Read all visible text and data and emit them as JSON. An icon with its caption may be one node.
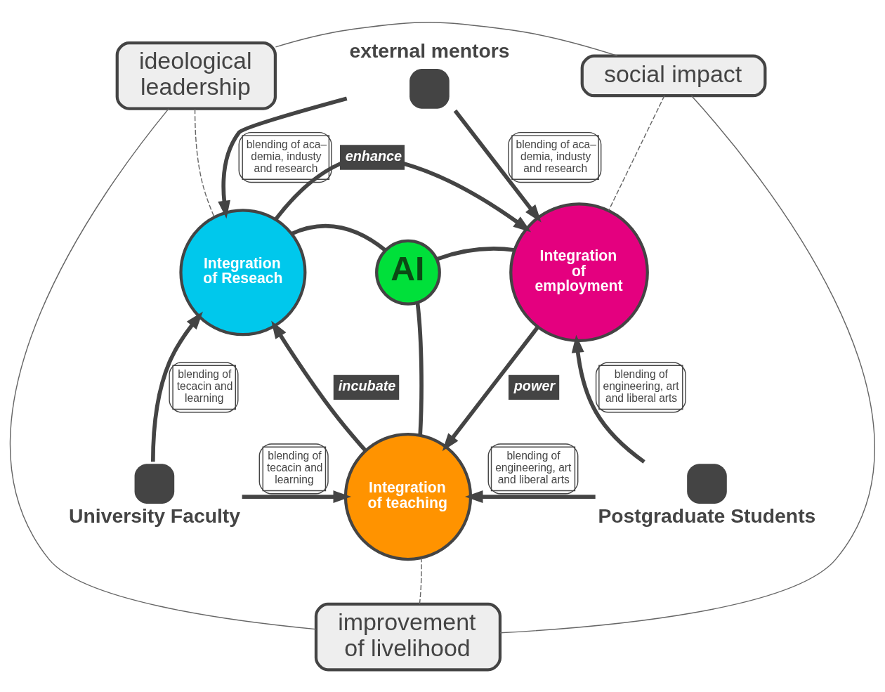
{
  "diagram": {
    "nodes": [
      {
        "text": [
          "external mentors"
        ]
      },
      {
        "text": [
          "ideological leadership"
        ]
      },
      {
        "text": [
          "social impact"
        ]
      },
      {
        "text": [
          "Integration of Reseach"
        ]
      },
      {
        "text": [
          "Integration of employment"
        ]
      },
      {
        "text": [
          "AI"
        ]
      },
      {
        "text": [
          "University Faculty"
        ]
      },
      {
        "text": [
          "Integration of teaching"
        ]
      },
      {
        "text": [
          "Postgraduate Students"
        ]
      },
      {
        "text": [
          "improvement of livelihood"
        ]
      }
    ],
    "edges": [
      {
        "from": 0,
        "to": 3,
        "arrow": "to",
        "label": "blending of aca– demia, industy and research"
      },
      {
        "from": 0,
        "to": 4,
        "arrow": "to",
        "label": "blending of aca– demia, industy and research"
      },
      {
        "from": 3,
        "to": 4,
        "arrow": "to",
        "label": "enhance"
      },
      {
        "from": 5,
        "to": 3,
        "arrow": "none"
      },
      {
        "from": 5,
        "to": 4,
        "arrow": "none"
      },
      {
        "from": 5,
        "to": 7,
        "arrow": "none"
      },
      {
        "from": 7,
        "to": 3,
        "arrow": "to",
        "label": "incubate"
      },
      {
        "from": 4,
        "to": 7,
        "arrow": "to",
        "label": "power"
      },
      {
        "from": 6,
        "to": 3,
        "arrow": "to",
        "label": "blending of tecacin and learning"
      },
      {
        "from": 6,
        "to": 7,
        "arrow": "to",
        "label": "blending of tecacin and learning"
      },
      {
        "from": 8,
        "to": 4,
        "arrow": "to",
        "label": "blending of engineering, art and liberal arts"
      },
      {
        "from": 8,
        "to": 7,
        "arrow": "to",
        "label": "blending of engineering, art and liberal arts"
      },
      {
        "from": 1,
        "to": 2,
        "arrow": "none",
        "color": "#666666"
      },
      {
        "from": 1,
        "to": 9,
        "arrow": "none",
        "color": "#666666"
      },
      {
        "from": 2,
        "to": 9,
        "arrow": "none",
        "color": "#666666"
      },
      {
        "from": 1,
        "to": 3,
        "arrow": "none",
        "style": "dashed",
        "color": "#666666"
      },
      {
        "from": 2,
        "to": 4,
        "arrow": "none",
        "style": "dashed",
        "color": "#666666"
      },
      {
        "from": 9,
        "to": 7,
        "arrow": "none",
        "style": "dashed",
        "color": "#666666"
      }
    ]
  }
}
